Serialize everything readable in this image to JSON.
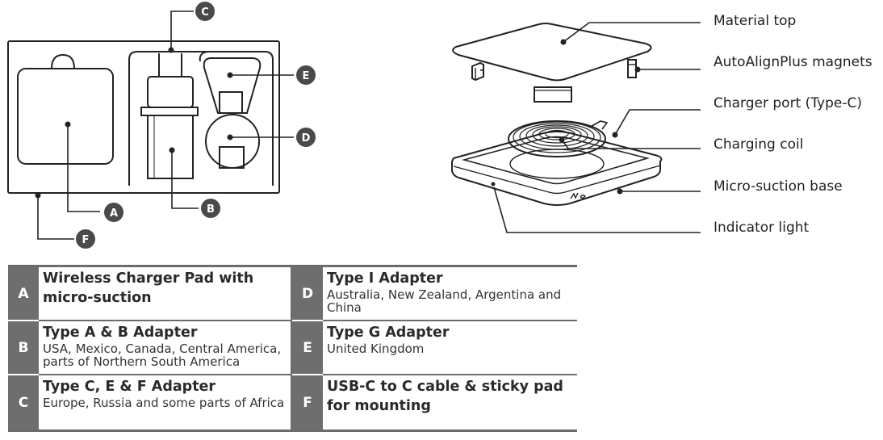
{
  "callouts": {
    "A": "A",
    "B": "B",
    "C": "C",
    "D": "D",
    "E": "E",
    "F": "F"
  },
  "charger_labels": [
    "Material top",
    "AutoAlignPlus magnets",
    "Charger port (Type-C)",
    "Charging coil",
    "Micro-suction base",
    "Indicator light"
  ],
  "legend": [
    {
      "letter": "A",
      "title": "Wireless Charger Pad with micro-suction",
      "desc": ""
    },
    {
      "letter": "D",
      "title": "Type I Adapter",
      "desc": "Australia, New Zealand, Argentina and China"
    },
    {
      "letter": "B",
      "title": "Type A & B Adapter",
      "desc": "USA, Mexico, Canada, Central America, parts of Northern South America"
    },
    {
      "letter": "E",
      "title": "Type G Adapter",
      "desc": "United Kingdom"
    },
    {
      "letter": "C",
      "title": "Type C, E & F Adapter",
      "desc": "Europe, Russia and some parts of Africa"
    },
    {
      "letter": "F",
      "title": "USB-C to C cable & sticky pad for mounting",
      "desc": ""
    }
  ],
  "colors": {
    "line": "#222222",
    "badge": "#4a4a4a",
    "legend_letter_bg": "#6e6e6e",
    "rule": "#6b6b6b"
  }
}
